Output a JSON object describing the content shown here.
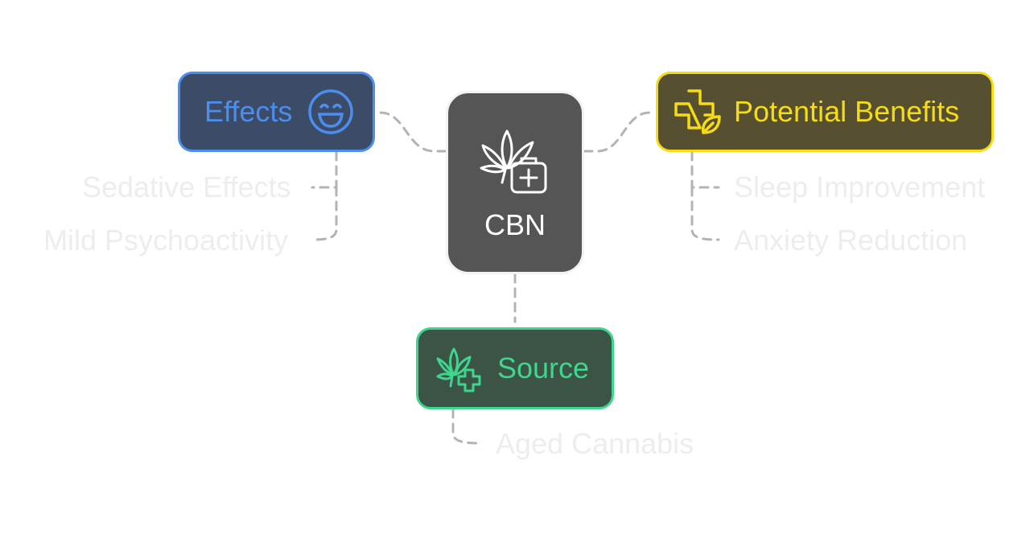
{
  "center": {
    "label": "CBN",
    "icon": "cannabis-medkit-icon"
  },
  "branches": {
    "effects": {
      "label": "Effects",
      "icon": "grinning-face-icon",
      "color": "#4a8ef0",
      "fill": "#3c4b66",
      "items": [
        "Sedative Effects",
        "Mild Psychoactivity"
      ]
    },
    "benefits": {
      "label": "Potential Benefits",
      "icon": "medical-cross-leaf-icon",
      "color": "#f5dc16",
      "fill": "#575030",
      "items": [
        "Sleep Improvement",
        "Anxiety Reduction"
      ]
    },
    "source": {
      "label": "Source",
      "icon": "cannabis-plus-icon",
      "color": "#3ed68c",
      "fill": "#3b5445",
      "items": [
        "Aged Cannabis"
      ]
    }
  },
  "connector_color": "#b3b3b3",
  "leaf_text_color": "#ededed"
}
